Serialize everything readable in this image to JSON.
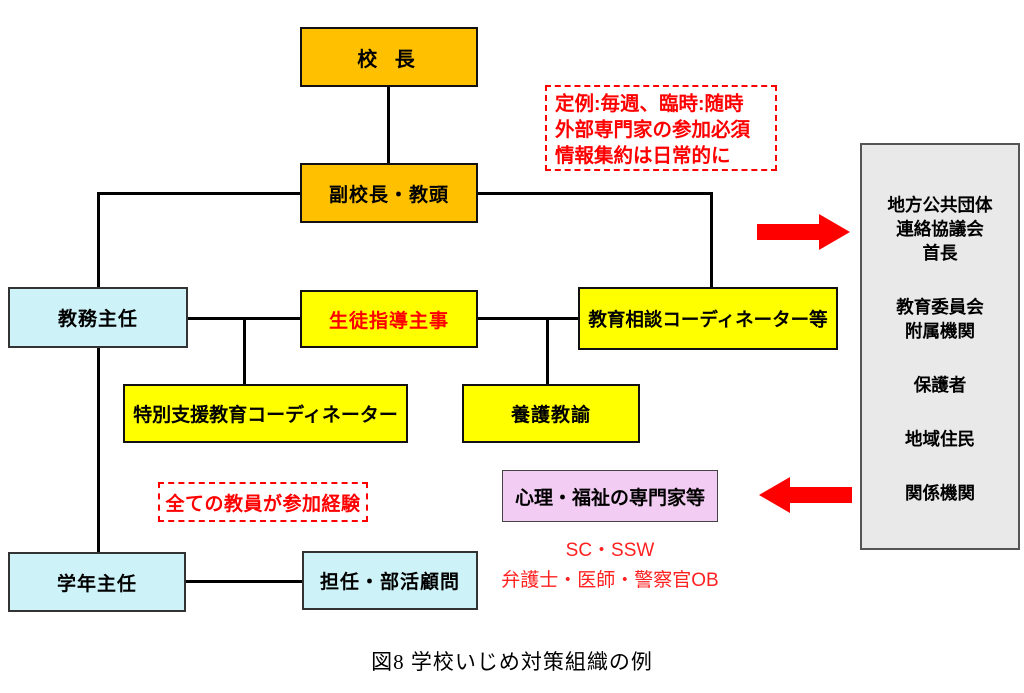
{
  "boxes": {
    "principal": "校 長",
    "vice_principal": "副校長・教頭",
    "kyomu_shunin": "教務主任",
    "seito_shido": "生徒指導主事",
    "kyoiku_sodan": "教育相談コーディネーター等",
    "tokubetsu_shien": "特別支援教育コーディネーター",
    "yogo_kyoyu": "養護教諭",
    "gakunen_shunin": "学年主任",
    "tannin_bukatsu": "担任・部活顧問",
    "senmonka": "心理・福祉の専門家等"
  },
  "notes": {
    "meeting_note": {
      "line1": "定例:毎週、臨時:随時",
      "line2": "外部専門家の参加必須",
      "line3": "情報集約は日常的に"
    },
    "participation_note": "全ての教員が参加経験",
    "specialists_detail": {
      "line1": "SC・SSW",
      "line2": "弁護士・医師・警察官OB"
    }
  },
  "external_panel": {
    "lines": [
      "地方公共団体",
      "連絡協議会",
      "首長",
      "教育委員会",
      "附属機関",
      "保護者",
      "地域住民",
      "関係機関"
    ]
  },
  "caption": "図8  学校いじめ対策組織の例",
  "colors": {
    "leader_box": "#FFC000",
    "staff_box": "#FFFF00",
    "teacher_box": "#CDF3F9",
    "specialist_box": "#F2CCF2",
    "external_panel": "#E9E9E9",
    "accent_red": "#FF0000"
  }
}
